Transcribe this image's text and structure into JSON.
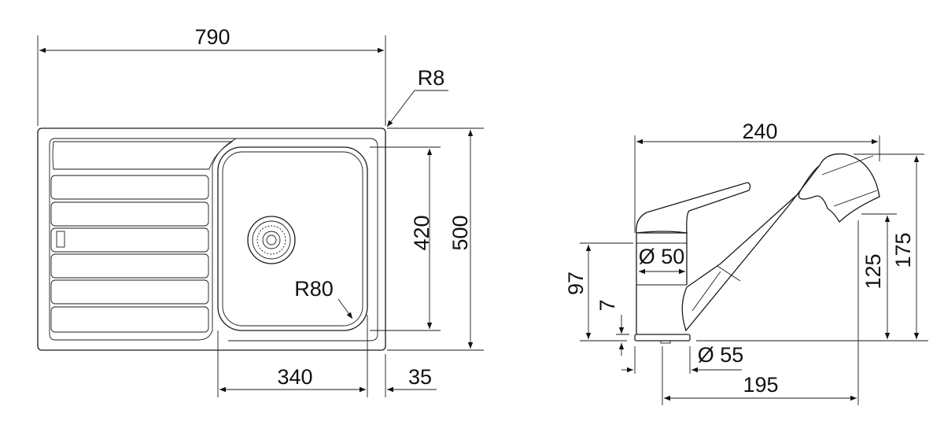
{
  "sink": {
    "overall_width": "790",
    "corner_radius": "R8",
    "bowl_depth": "420",
    "overall_depth": "500",
    "bowl_radius": "R80",
    "bowl_width": "340",
    "edge_offset": "35"
  },
  "faucet": {
    "reach": "240",
    "body_diameter": "Ø 50",
    "body_height": "97",
    "base_height": "7",
    "outlet_height": "125",
    "total_height": "175",
    "base_diameter": "Ø 55",
    "spout_reach": "195"
  }
}
